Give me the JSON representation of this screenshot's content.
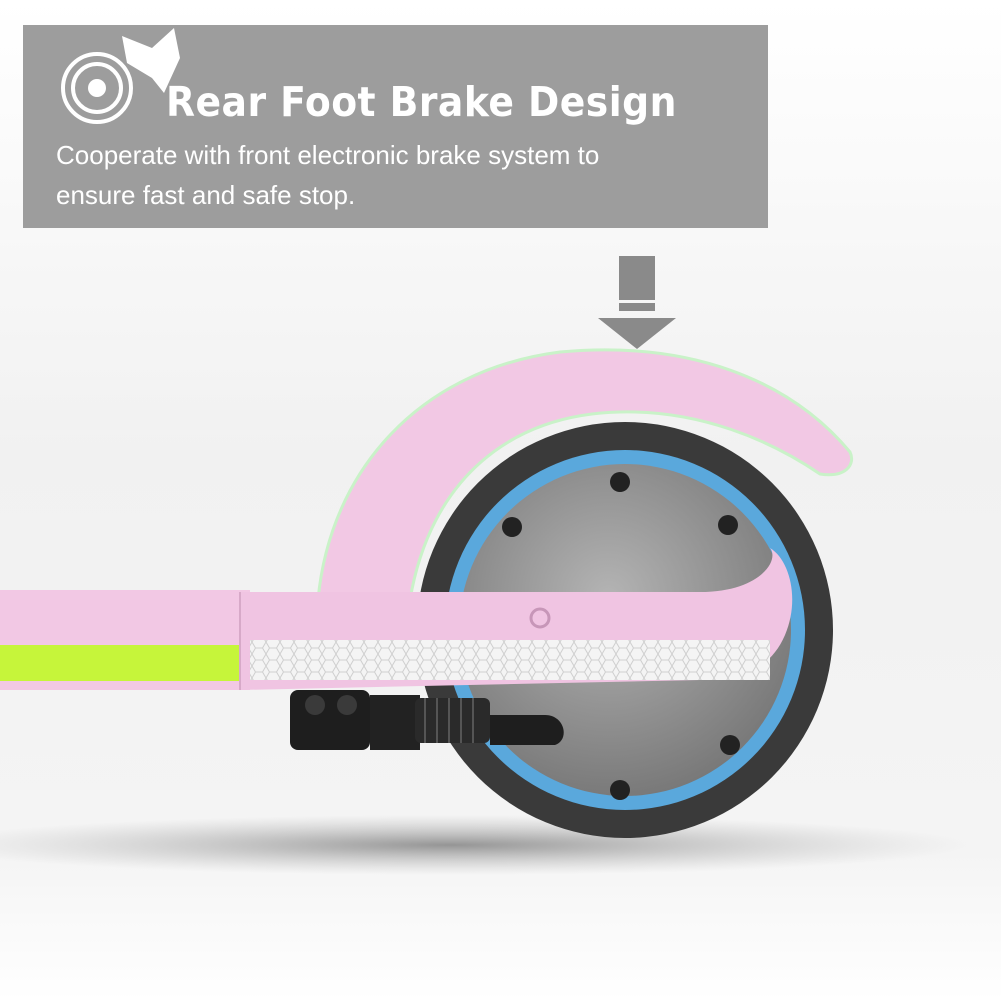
{
  "banner": {
    "icon": "brake-disc-foot-icon",
    "title": "Rear Foot Brake Design",
    "subtitle_line1": "Cooperate with front electronic brake system to",
    "subtitle_line2": "ensure fast and safe stop."
  },
  "colors": {
    "banner_bg": "#9d9d9d",
    "arrow": "#8a8a8a",
    "scooter_pink": "#f2c8e4",
    "accent_green": "#c6f53a",
    "wheel_ring_blue": "#5aa8dc"
  }
}
